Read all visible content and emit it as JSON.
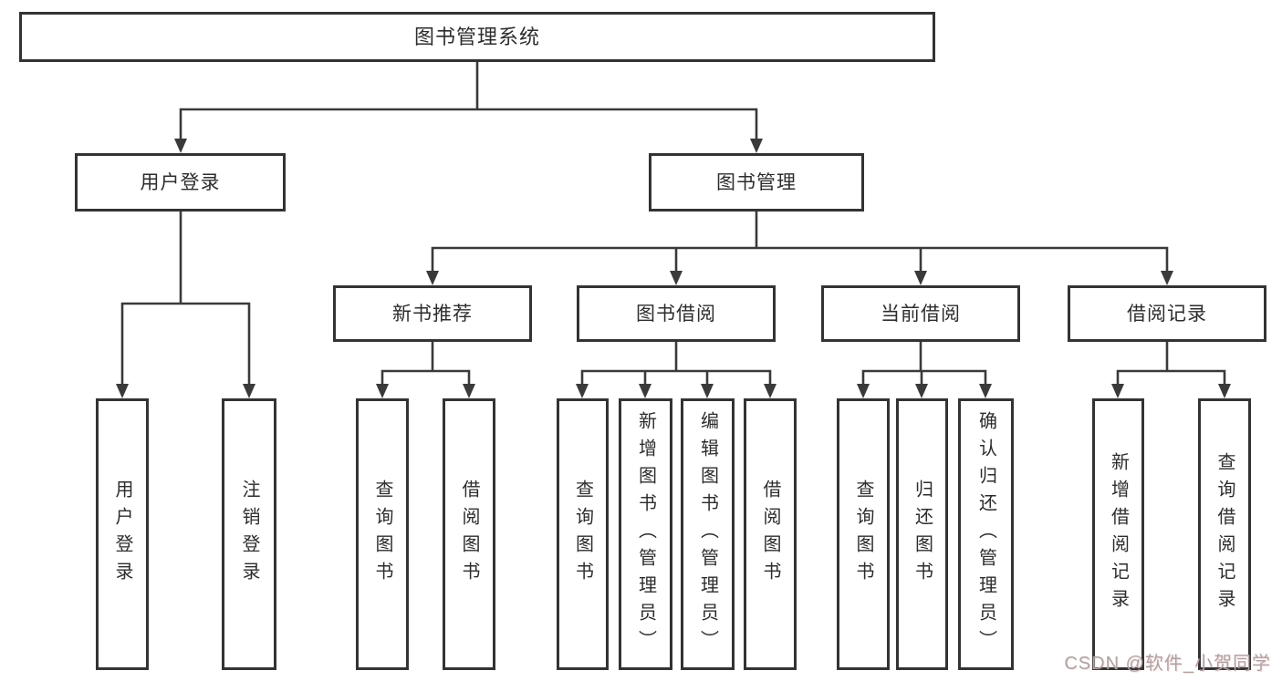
{
  "diagram": {
    "type": "hierarchy-tree",
    "title": "图书管理系统",
    "nodes": {
      "root": {
        "label": "图书管理系统",
        "children": [
          "user_login",
          "book_management"
        ]
      },
      "user_login": {
        "label": "用户登录",
        "children": [
          "leaf_user_login",
          "leaf_logout"
        ]
      },
      "book_management": {
        "label": "图书管理",
        "children": [
          "new_book_recommend",
          "book_borrowing",
          "current_borrowing",
          "borrowing_records"
        ]
      },
      "new_book_recommend": {
        "label": "新书推荐",
        "children": [
          "leaf_search_book_1",
          "leaf_borrow_book_1"
        ]
      },
      "book_borrowing": {
        "label": "图书借阅",
        "children": [
          "leaf_search_book_2",
          "leaf_add_book",
          "leaf_edit_book",
          "leaf_borrow_book_2"
        ]
      },
      "current_borrowing": {
        "label": "当前借阅",
        "children": [
          "leaf_search_book_3",
          "leaf_return_book",
          "leaf_confirm_return"
        ]
      },
      "borrowing_records": {
        "label": "借阅记录",
        "children": [
          "leaf_add_borrow_record",
          "leaf_search_borrow_record"
        ]
      },
      "leaf_user_login": {
        "label": "用户登录"
      },
      "leaf_logout": {
        "label": "注销登录"
      },
      "leaf_search_book_1": {
        "label": "查询图书"
      },
      "leaf_borrow_book_1": {
        "label": "借阅图书"
      },
      "leaf_search_book_2": {
        "label": "查询图书"
      },
      "leaf_add_book": {
        "label": "新增图书（管理员）"
      },
      "leaf_edit_book": {
        "label": "编辑图书（管理员）"
      },
      "leaf_borrow_book_2": {
        "label": "借阅图书"
      },
      "leaf_search_book_3": {
        "label": "查询图书"
      },
      "leaf_return_book": {
        "label": "归还图书"
      },
      "leaf_confirm_return": {
        "label": "确认归还（管理员）"
      },
      "leaf_add_borrow_record": {
        "label": "新增借阅记录"
      },
      "leaf_search_borrow_record": {
        "label": "查询借阅记录"
      }
    },
    "watermark": "CSDN @软件_小贺同学",
    "colors": {
      "line": "#3a3a3c",
      "box_border": "#333335",
      "text": "#2d2d2f",
      "watermark": "#aba3a7",
      "background": "#ffffff"
    }
  }
}
